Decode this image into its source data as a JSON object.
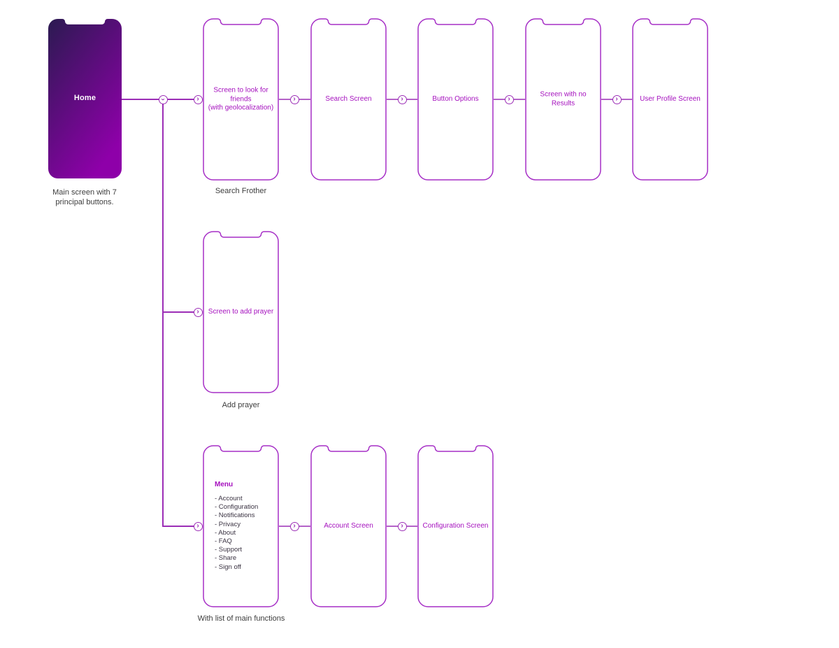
{
  "home": {
    "label": "Home",
    "caption": "Main screen with 7\nprincipal buttons."
  },
  "frames": {
    "friends": {
      "label": "Screen to look for\nfriends\n(with geolocalization)",
      "caption": "Search Frother"
    },
    "search": {
      "label": "Search Screen"
    },
    "button_options": {
      "label": "Button Options"
    },
    "no_results": {
      "label": "Screen with no\nResults"
    },
    "user_profile": {
      "label": "User Profile Screen"
    },
    "add_prayer": {
      "label": "Screen to add prayer",
      "caption": "Add prayer"
    },
    "menu": {
      "title": "Menu",
      "items": [
        "- Account",
        "- Configuration",
        "- Notifications",
        "- Privacy",
        "- About",
        "- FAQ",
        "- Support",
        "- Share",
        "- Sign off"
      ],
      "caption": "With list of main functions"
    },
    "account": {
      "label": "Account Screen"
    },
    "configuration": {
      "label": "Configuration Screen"
    }
  },
  "icons": {
    "chevron_right": "›",
    "chevron_down": "›"
  },
  "colors": {
    "frame_border": "#A62FC6",
    "label_text": "#A511BE",
    "connector": "#9C2EB6",
    "caption_text": "#3D3D3D",
    "menu_item_text": "#3A3342",
    "home_gradient_start": "#2B1A51",
    "home_gradient_end": "#8E00A9"
  }
}
